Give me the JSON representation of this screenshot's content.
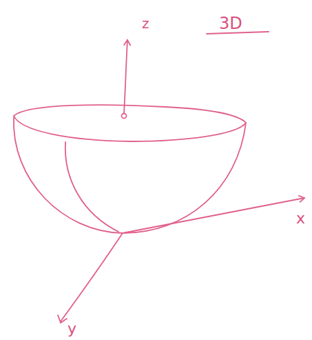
{
  "diagram": {
    "labels": [
      "3D",
      "z",
      "x",
      "y"
    ]
  }
}
